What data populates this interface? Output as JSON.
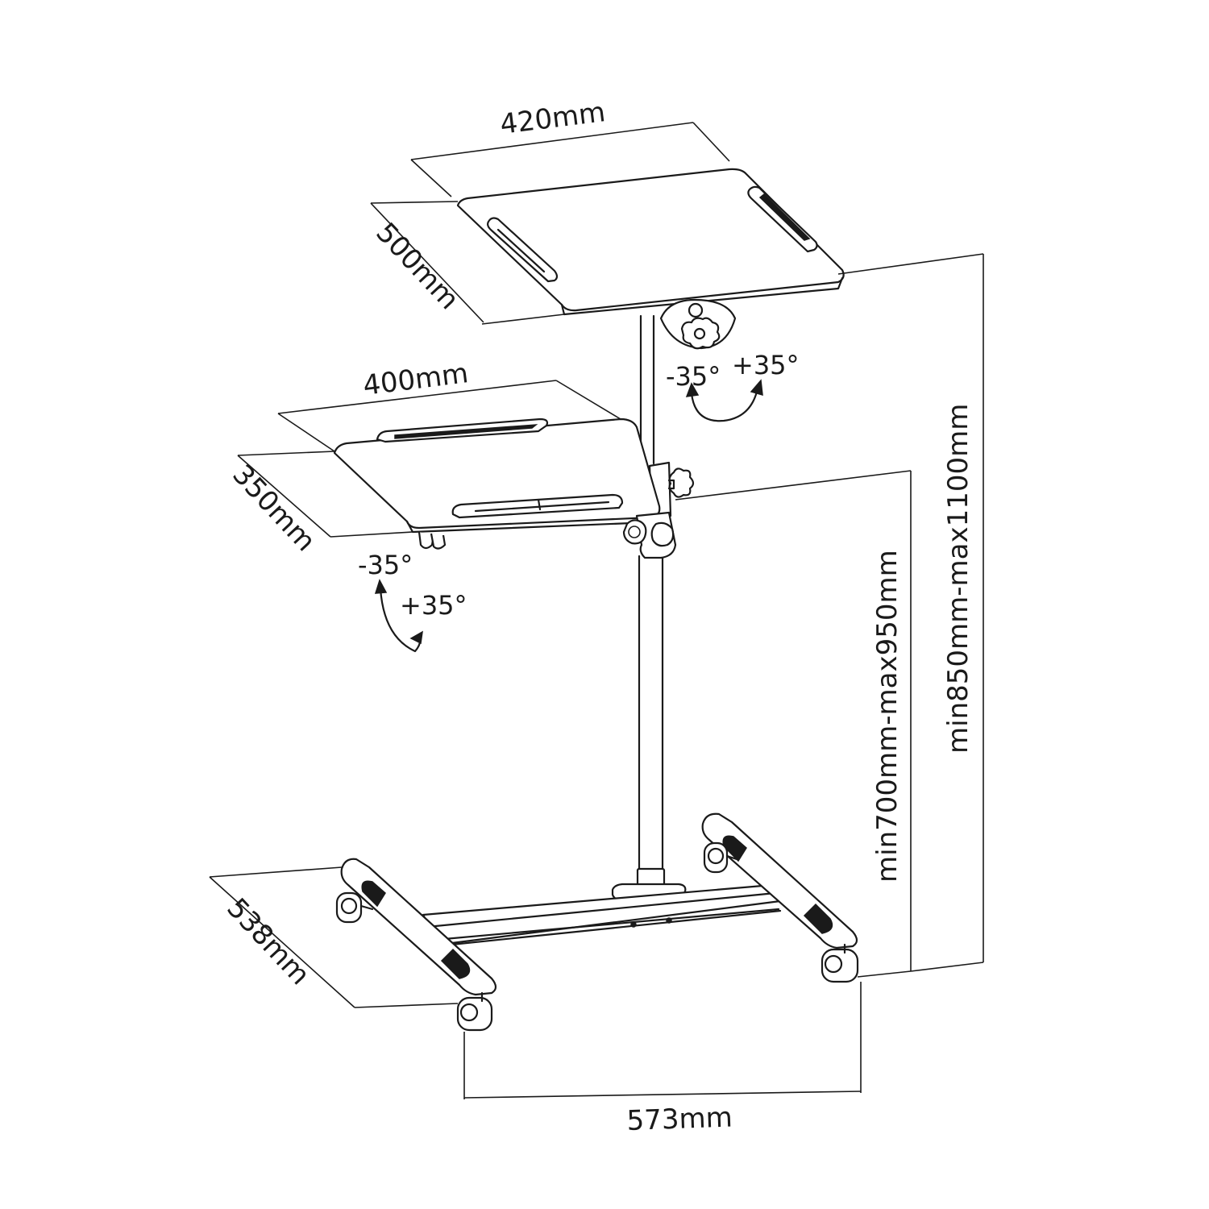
{
  "dimensions": {
    "top_tray_width": "420mm",
    "top_tray_depth": "500mm",
    "lower_tray_width": "400mm",
    "lower_tray_depth": "350mm",
    "base_depth": "538mm",
    "base_width": "573mm",
    "lower_tray_height": "min700mm-max950mm",
    "top_tray_height": "min850mm-max1100mm"
  },
  "tilt": {
    "top_minus": "-35°",
    "top_plus": "+35°",
    "lower_minus": "-35°",
    "lower_plus": "+35°"
  }
}
